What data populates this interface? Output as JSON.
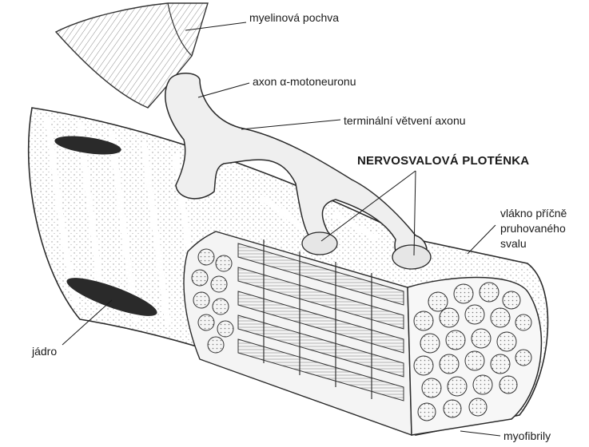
{
  "labels": {
    "myelin_sheath": "myelinová pochva",
    "axon": "axon α-motoneuronu",
    "terminal_branching": "terminální větvení axonu",
    "endplate": "NERVOSVALOVÁ PLOTÉNKA",
    "muscle_fiber": "vlákno příčně\npruhovaného\nsvalu",
    "nucleus": "jádro",
    "myofibrils": "myofibrily"
  }
}
